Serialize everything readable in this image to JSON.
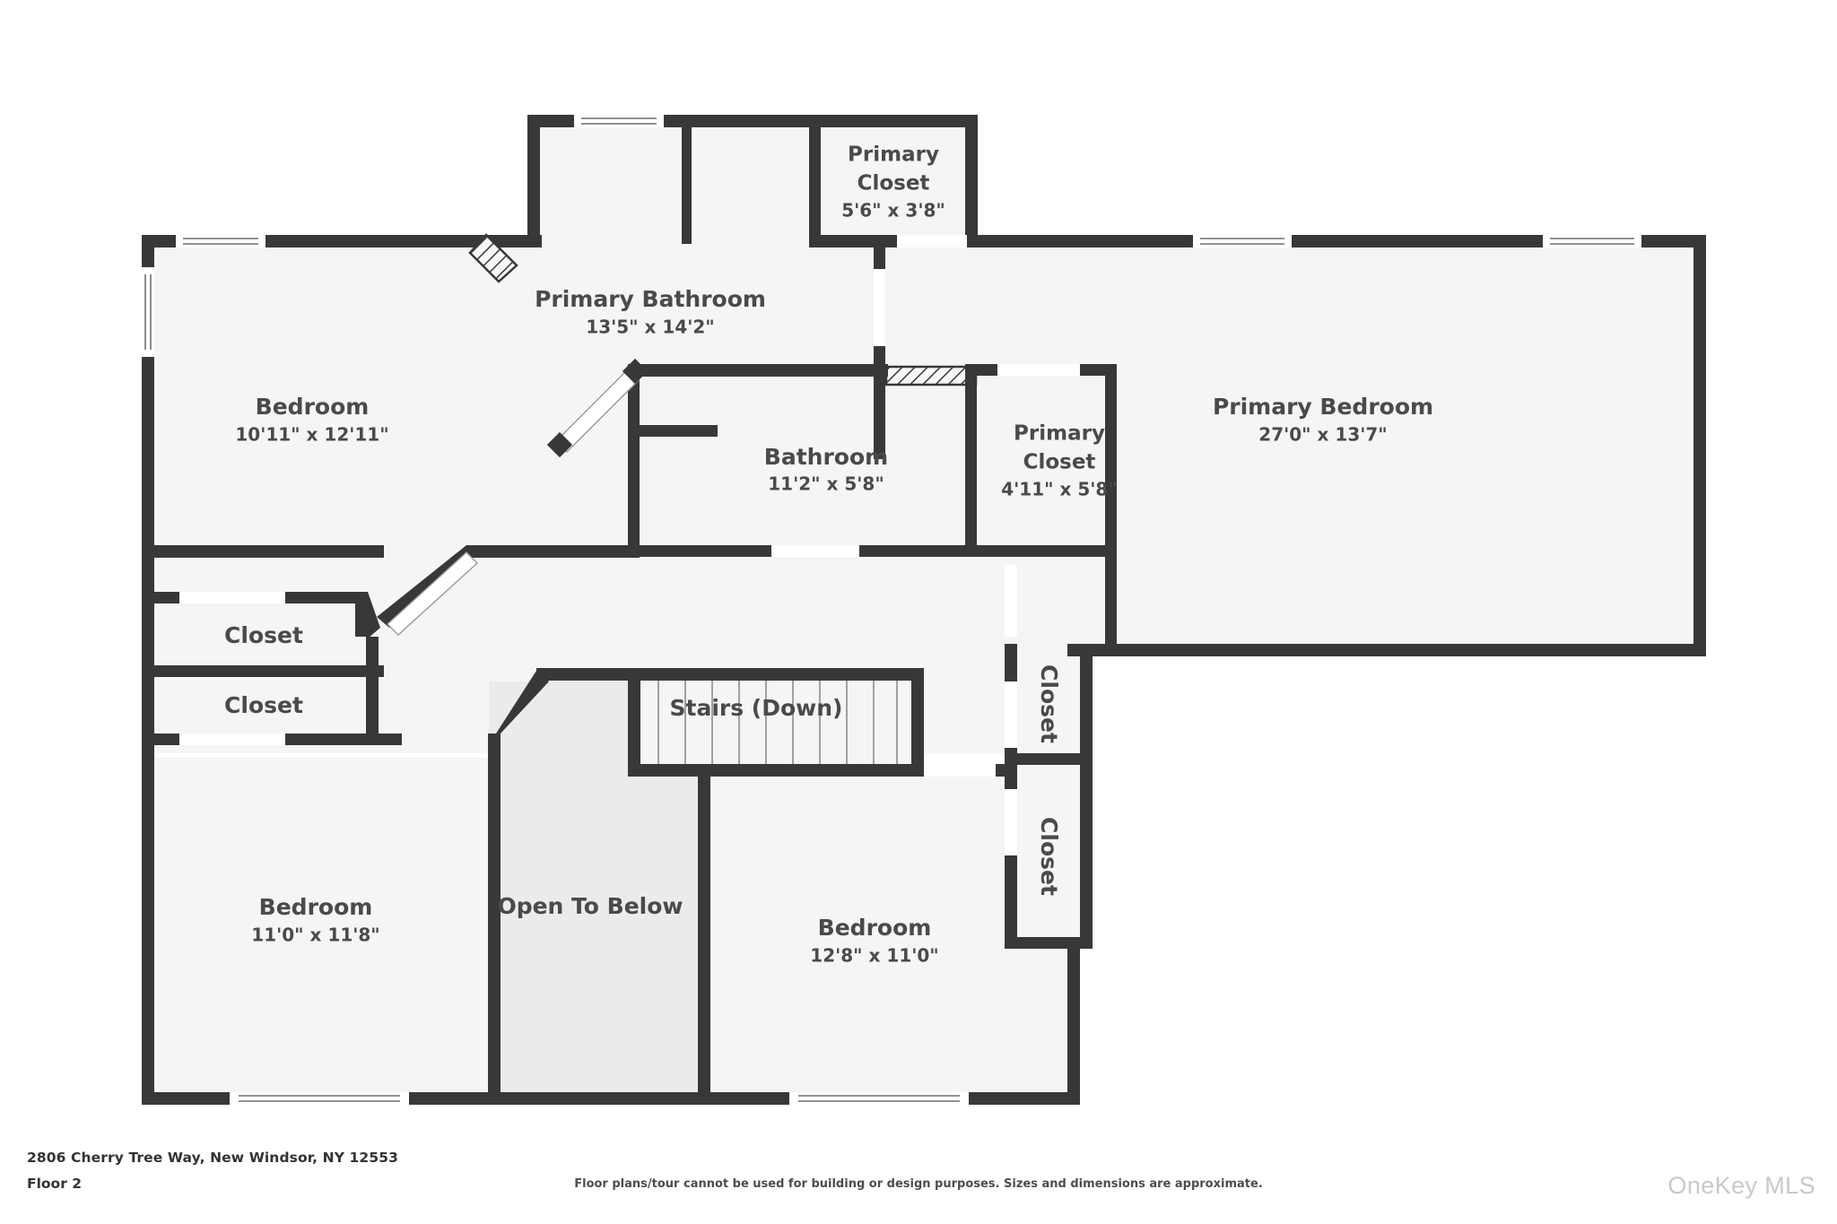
{
  "document": {
    "type": "floor-plan",
    "address": "2806 Cherry Tree Way, New Windsor, NY 12553",
    "floor_label": "Floor 2",
    "disclaimer": "Floor plans/tour cannot be used for building or design purposes. Sizes and dimensions are approximate.",
    "watermark": "OneKey MLS"
  },
  "colors": {
    "wall": "#383838",
    "room_fill": "#f5f5f5",
    "open_to_below_fill": "#ebebeb",
    "text": "#4a4a4a",
    "watermark": "#c9c9c9",
    "page_background": "#ffffff"
  },
  "rooms": [
    {
      "id": "primary-closet-top",
      "name": "Primary Closet",
      "name_line1": "Primary",
      "name_line2": "Closet",
      "dimensions": "5'6\" x 3'8\""
    },
    {
      "id": "primary-bathroom",
      "name": "Primary Bathroom",
      "dimensions": "13'5\" x 14'2\""
    },
    {
      "id": "bedroom-upper-left",
      "name": "Bedroom",
      "dimensions": "10'11\" x 12'11\""
    },
    {
      "id": "primary-bedroom",
      "name": "Primary Bedroom",
      "dimensions": "27'0\" x 13'7\""
    },
    {
      "id": "bathroom",
      "name": "Bathroom",
      "dimensions": "11'2\" x 5'8\""
    },
    {
      "id": "primary-closet-mid",
      "name": "Primary Closet",
      "name_line1": "Primary",
      "name_line2": "Closet",
      "dimensions": "4'11\" x 5'8\""
    },
    {
      "id": "closet-left-upper",
      "name": "Closet",
      "dimensions": ""
    },
    {
      "id": "closet-left-lower",
      "name": "Closet",
      "dimensions": ""
    },
    {
      "id": "closet-right-upper",
      "name": "Closet",
      "dimensions": ""
    },
    {
      "id": "closet-right-lower",
      "name": "Closet",
      "dimensions": ""
    },
    {
      "id": "stairs",
      "name": "Stairs (Down)",
      "dimensions": ""
    },
    {
      "id": "bedroom-lower-left",
      "name": "Bedroom",
      "dimensions": "11'0\" x 11'8\""
    },
    {
      "id": "open-to-below",
      "name": "Open To Below",
      "dimensions": ""
    },
    {
      "id": "bedroom-lower-right",
      "name": "Bedroom",
      "dimensions": "12'8\" x 11'0\""
    }
  ]
}
